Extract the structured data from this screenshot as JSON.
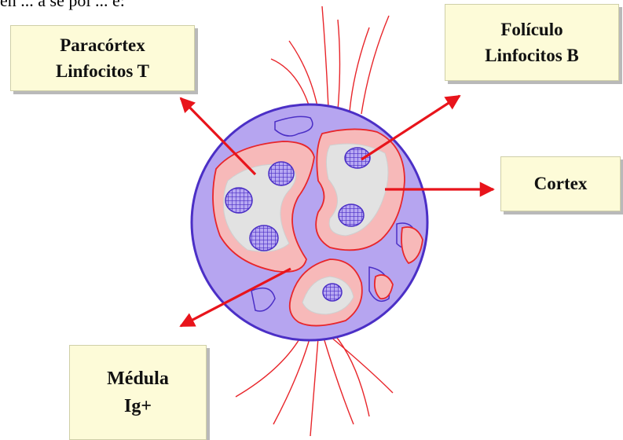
{
  "top_text": "en ... a se poi ... e:",
  "labels": {
    "paracortex": {
      "line1": "Paracórtex",
      "line2": "Linfocitos T"
    },
    "foliculo": {
      "line1": "Folículo",
      "line2": "Linfocitos B"
    },
    "cortex": {
      "line1": "Cortex"
    },
    "medula": {
      "line1": "Médula",
      "line2": "Ig+"
    }
  },
  "colors": {
    "node_fill": "#b6a5f0",
    "node_outline": "#4b2fc6",
    "region_fill": "#f7b9b9",
    "region_outline": "#e8262b",
    "center_fill": "#dcdcdc",
    "arrow": "#e8141b",
    "label_bg": "#fdfbd8"
  }
}
